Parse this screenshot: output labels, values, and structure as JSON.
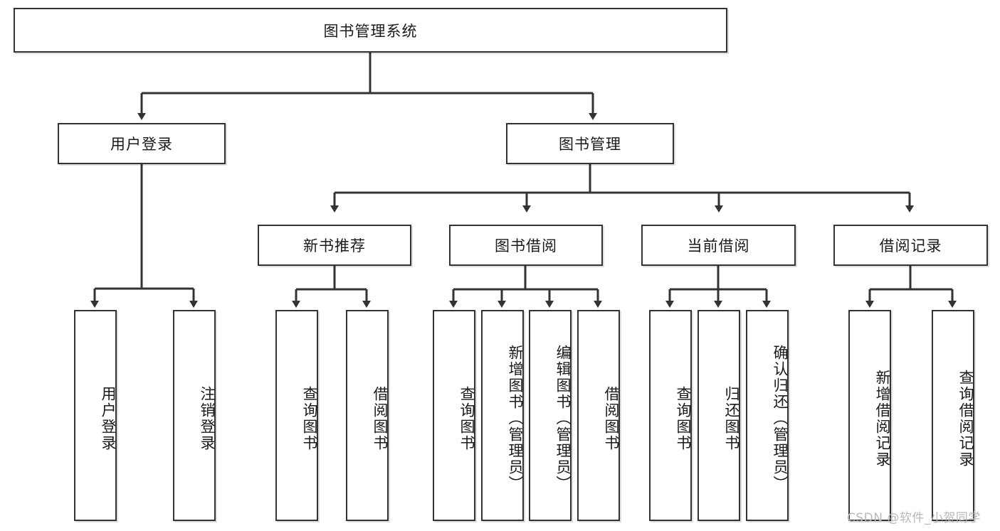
{
  "diagram": {
    "title": "图书管理系统",
    "type": "tree-hierarchy-chart",
    "root": {
      "label": "图书管理系统"
    },
    "level2": [
      {
        "label": "用户登录"
      },
      {
        "label": "图书管理"
      }
    ],
    "level3": [
      {
        "label": "新书推荐"
      },
      {
        "label": "图书借阅"
      },
      {
        "label": "当前借阅"
      },
      {
        "label": "借阅记录"
      }
    ],
    "leaves": {
      "user_login": [
        {
          "label": "用户登录"
        },
        {
          "label": "注销登录"
        }
      ],
      "new_book_recommend": [
        {
          "label": "查询图书"
        },
        {
          "label": "借阅图书"
        }
      ],
      "book_borrow": [
        {
          "label": "查询图书"
        },
        {
          "label": "新增图书（管理员）"
        },
        {
          "label": "编辑图书（管理员）"
        },
        {
          "label": "借阅图书"
        }
      ],
      "current_borrow": [
        {
          "label": "查询图书"
        },
        {
          "label": "归还图书"
        },
        {
          "label": "确认归还（管理员）"
        }
      ],
      "borrow_record": [
        {
          "label": "新增借阅记录"
        },
        {
          "label": "查询借阅记录"
        }
      ]
    },
    "watermark": "CSDN @软件_小贺同学",
    "colors": {
      "stroke": "#333333",
      "fill": "#ffffff",
      "text": "#1a1a1a",
      "watermark": "#b9b9b9"
    }
  }
}
